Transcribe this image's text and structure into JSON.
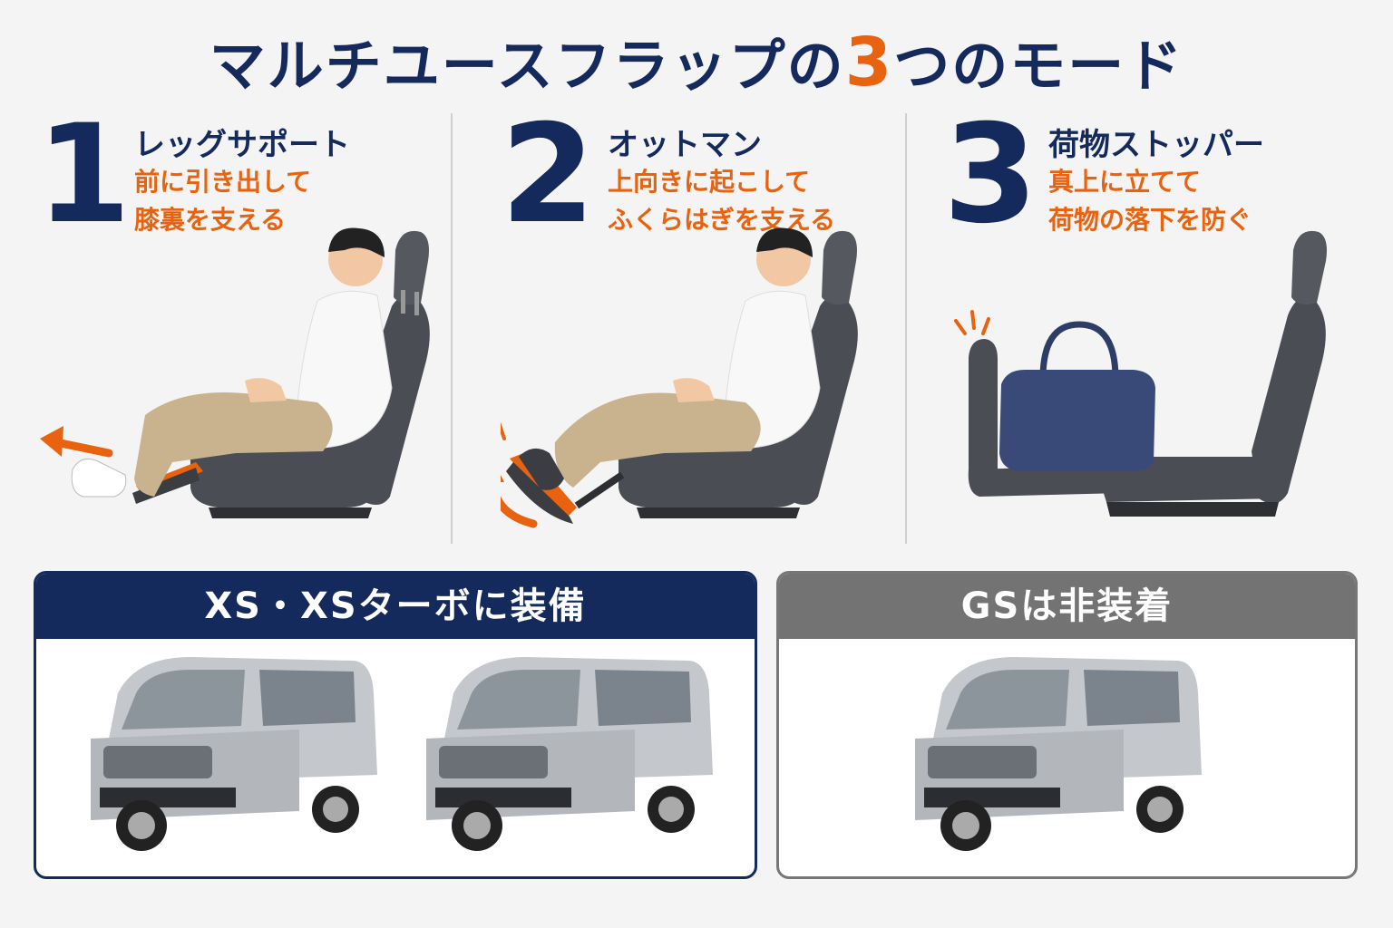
{
  "title": {
    "prefix": "マルチユースフラップの",
    "accent": "3",
    "suffix": "つのモード"
  },
  "modes": [
    {
      "number": "1",
      "name": "レッグサポート",
      "desc_line1": "前に引き出して",
      "desc_line2": "膝裏を支える"
    },
    {
      "number": "2",
      "name": "オットマン",
      "desc_line1": "上向きに起こして",
      "desc_line2": "ふくらはぎを支える"
    },
    {
      "number": "3",
      "name": "荷物ストッパー",
      "desc_line1": "真上に立てて",
      "desc_line2": "荷物の落下を防ぐ"
    }
  ],
  "equipped_panel": {
    "title": "XS・XSターボに装備"
  },
  "not_equipped_panel": {
    "title": "GSは非装着"
  },
  "colors": {
    "navy": "#14295c",
    "orange": "#e8620f",
    "gray_header": "#737373",
    "seat": "#4a4d54",
    "car_silver": "#b9bcc0"
  },
  "icons": [
    "seat-illustration",
    "person-illustration",
    "arrow-icon",
    "bag-illustration",
    "car-illustration"
  ]
}
